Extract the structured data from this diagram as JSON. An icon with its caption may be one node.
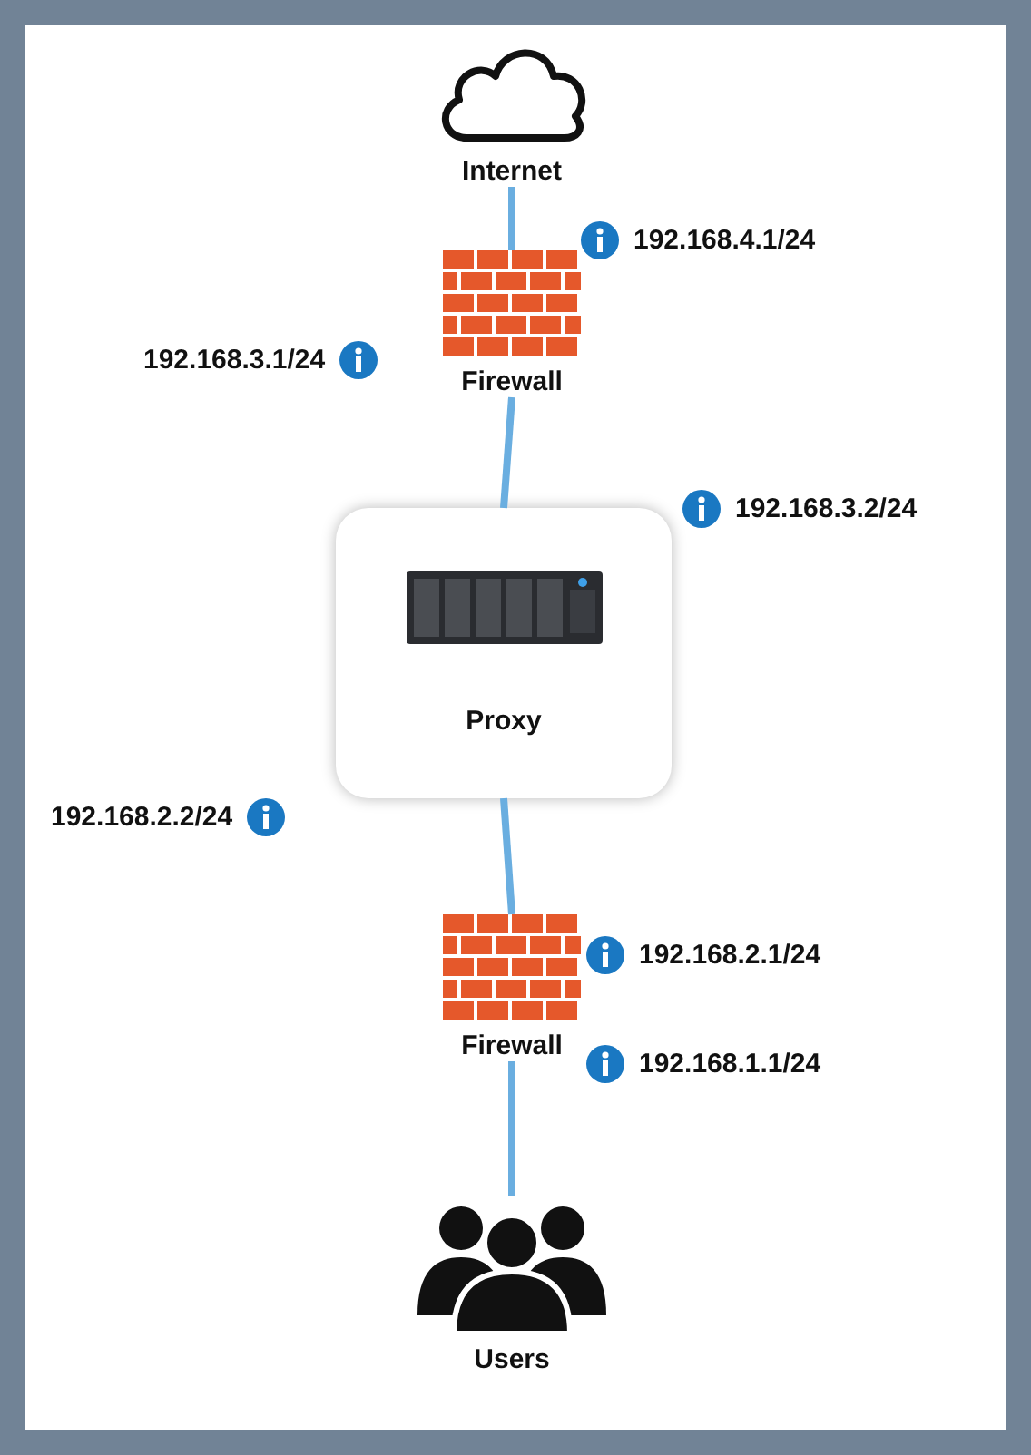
{
  "diagram": {
    "nodes": [
      {
        "text": [
          "Internet"
        ]
      },
      {
        "text": [
          "Firewall"
        ]
      },
      {
        "text": [
          "Proxy"
        ]
      },
      {
        "text": [
          "Firewall"
        ]
      },
      {
        "text": [
          "Users"
        ]
      }
    ],
    "edges": [
      {
        "from": 0,
        "to": 1,
        "arrow": "none"
      },
      {
        "from": 1,
        "to": 2,
        "arrow": "none"
      },
      {
        "from": 2,
        "to": 3,
        "arrow": "none"
      },
      {
        "from": 3,
        "to": 4,
        "arrow": "none"
      }
    ],
    "labels": [
      "192.168.4.1/24",
      "192.168.3.1/24",
      "192.168.3.2/24",
      "192.168.2.2/24",
      "192.168.2.1/24",
      "192.168.1.1/24"
    ]
  }
}
